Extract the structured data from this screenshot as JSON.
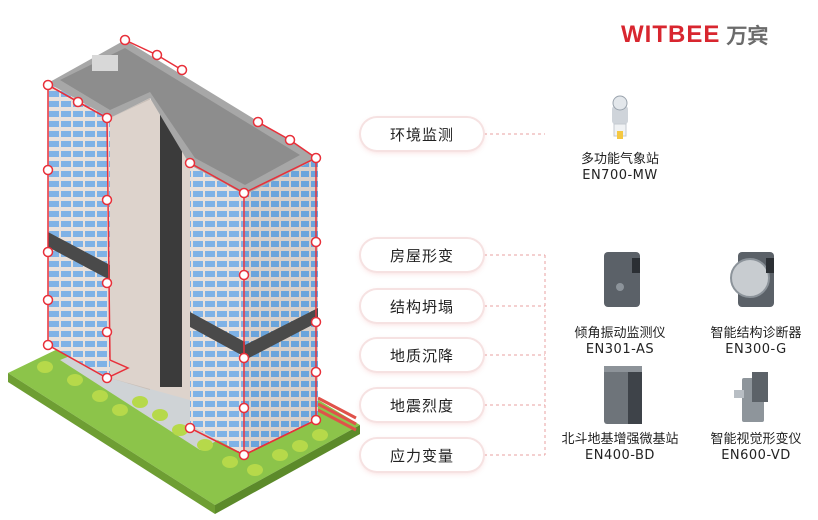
{
  "brand": {
    "name": "WITBEE",
    "cn_name": "万宾",
    "color": "#d8262f"
  },
  "accent": "#e8303a",
  "categories": [
    {
      "label": "环境监测"
    },
    {
      "label": "房屋形变"
    },
    {
      "label": "结构坍塌"
    },
    {
      "label": "地质沉降"
    },
    {
      "label": "地震烈度"
    },
    {
      "label": "应力变量"
    }
  ],
  "products": [
    {
      "name": "多功能气象站",
      "model": "EN700-MW",
      "icon": "weather-station-icon"
    },
    {
      "name": "倾角振动监测仪",
      "model": "EN301-AS",
      "icon": "tilt-vibration-monitor-icon"
    },
    {
      "name": "智能结构诊断器",
      "model": "EN300-G",
      "icon": "structure-diagnostic-icon"
    },
    {
      "name": "北斗地基增强微基站",
      "model": "EN400-BD",
      "icon": "beidou-base-station-icon"
    },
    {
      "name": "智能视觉形变仪",
      "model": "EN600-VD",
      "icon": "visual-deformation-icon"
    }
  ]
}
